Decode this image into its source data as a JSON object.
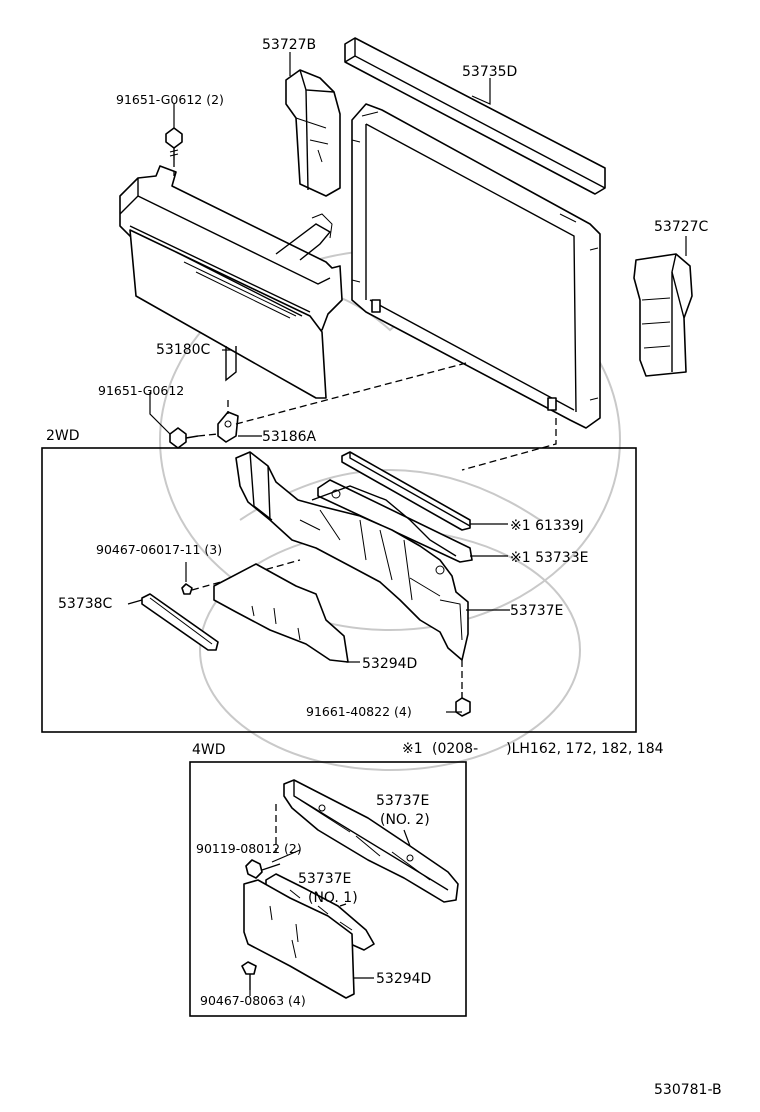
{
  "diagram_code": "530781-B",
  "sections": {
    "two_wd": "2WD",
    "four_wd": "4WD"
  },
  "note": {
    "mark": "※1",
    "text": "(0208-　　)LH162, 172, 182, 184"
  },
  "parts": {
    "p53727B": "53727B",
    "p53735D": "53735D",
    "p91651_G0612_2": "91651-G0612 (2)",
    "p53727C": "53727C",
    "p53180C": "53180C",
    "p91651_G0612": "91651-G0612",
    "p53186A": "53186A",
    "p61339J": "※1 61339J",
    "p90467_06017_11": "90467-06017-11 (3)",
    "p53733E": "※1 53733E",
    "p53738C": "53738C",
    "p53737E": "53737E",
    "p53294D": "53294D",
    "p91661_40822": "91661-40822 (4)",
    "p53737E_no2": "53737E",
    "no2": "(NO. 2)",
    "p90119_08012": "90119-08012 (2)",
    "p53737E_no1": "53737E",
    "no1": "(NO. 1)",
    "p53294D_4wd": "53294D",
    "p90467_08063": "90467-08063 (4)"
  }
}
